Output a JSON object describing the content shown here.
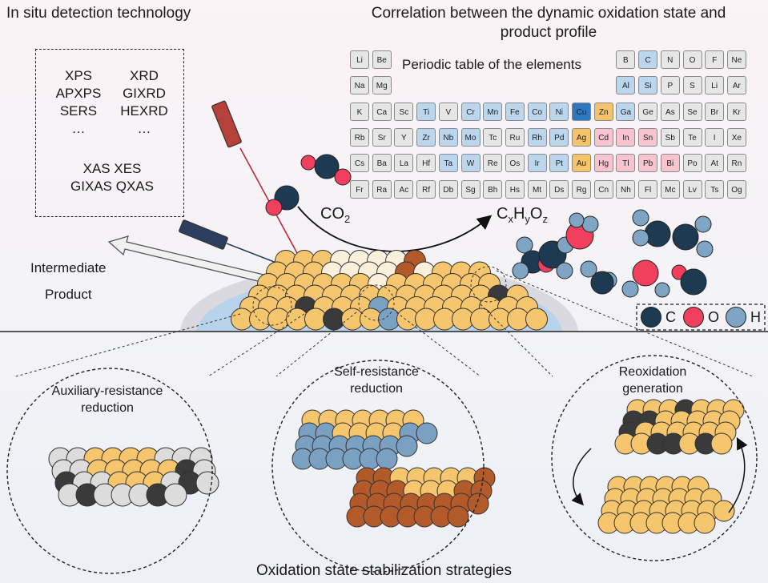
{
  "titles": {
    "in_situ": "In situ detection technology",
    "correlation_line1": "Correlation between the dynamic oxidation state and",
    "correlation_line2": "product profile",
    "periodic_table": "Periodic table of the elements",
    "bottom": "Oxidation state stabilization strategies"
  },
  "techniques": {
    "col1": [
      "XPS",
      "APXPS",
      "SERS",
      "…"
    ],
    "col2": [
      "XRD",
      "GIXRD",
      "HEXRD",
      "…"
    ],
    "row_xas1": "XAS XES",
    "row_xas2": "GIXAS QXAS"
  },
  "reaction": {
    "co2_base": "CO",
    "co2_sub": "2",
    "product": [
      {
        "t": "C",
        "s": "x"
      },
      {
        "t": "H",
        "s": "y"
      },
      {
        "t": "O",
        "s": "z"
      }
    ]
  },
  "labels": {
    "intermediate": "Intermediate",
    "product": "Product",
    "auxiliary1": "Auxiliary-resistance",
    "auxiliary2": "reduction",
    "self1": "Self-resistance",
    "self2": "reduction",
    "reox1": "Reoxidation",
    "reox2": "generation"
  },
  "legend": [
    {
      "label": "C",
      "color": "#1e3a52"
    },
    {
      "label": "O",
      "color": "#f0405e"
    },
    {
      "label": "H",
      "color": "#7fa4c4"
    }
  ],
  "colors": {
    "white": "#ffffff",
    "grey": "#e6e6e6",
    "blue": "#bcd6ee",
    "orange": "#f5c36a",
    "pink": "#f7c4d0",
    "cu": "#2e78c2",
    "gold": "#f5c66e",
    "brown": "#b35a2a",
    "dark": "#3a3a3a",
    "lightgrey": "#dcdcdc",
    "steel": "#7aa0c2"
  },
  "periodic_rows": [
    [
      [
        "Li",
        "grey"
      ],
      [
        "Be",
        "grey"
      ],
      null,
      null,
      null,
      null,
      null,
      null,
      null,
      null,
      null,
      null,
      [
        "B",
        "grey"
      ],
      [
        "C",
        "blue"
      ],
      [
        "N",
        "grey"
      ],
      [
        "O",
        "grey"
      ],
      [
        "F",
        "grey"
      ],
      [
        "Ne",
        "grey"
      ]
    ],
    [
      [
        "Na",
        "grey"
      ],
      [
        "Mg",
        "grey"
      ],
      null,
      null,
      null,
      null,
      null,
      null,
      null,
      null,
      null,
      null,
      [
        "Al",
        "blue"
      ],
      [
        "Si",
        "blue"
      ],
      [
        "P",
        "grey"
      ],
      [
        "S",
        "grey"
      ],
      [
        "Li",
        "grey"
      ],
      [
        "Ar",
        "grey"
      ]
    ],
    [
      [
        "K",
        "grey"
      ],
      [
        "Ca",
        "grey"
      ],
      [
        "Sc",
        "grey"
      ],
      [
        "Ti",
        "blue"
      ],
      [
        "V",
        "grey"
      ],
      [
        "Cr",
        "blue"
      ],
      [
        "Mn",
        "blue"
      ],
      [
        "Fe",
        "blue"
      ],
      [
        "Co",
        "blue"
      ],
      [
        "Ni",
        "blue"
      ],
      [
        "Cu",
        "cu"
      ],
      [
        "Zn",
        "orange"
      ],
      [
        "Ga",
        "blue"
      ],
      [
        "Ge",
        "grey"
      ],
      [
        "As",
        "grey"
      ],
      [
        "Se",
        "grey"
      ],
      [
        "Br",
        "grey"
      ],
      [
        "Kr",
        "grey"
      ]
    ],
    [
      [
        "Rb",
        "grey"
      ],
      [
        "Sr",
        "grey"
      ],
      [
        "Y",
        "grey"
      ],
      [
        "Zr",
        "blue"
      ],
      [
        "Nb",
        "blue"
      ],
      [
        "Mo",
        "blue"
      ],
      [
        "Tc",
        "grey"
      ],
      [
        "Ru",
        "grey"
      ],
      [
        "Rh",
        "blue"
      ],
      [
        "Pd",
        "blue"
      ],
      [
        "Ag",
        "orange"
      ],
      [
        "Cd",
        "pink"
      ],
      [
        "In",
        "pink"
      ],
      [
        "Sn",
        "pink"
      ],
      [
        "Sb",
        "grey"
      ],
      [
        "Te",
        "grey"
      ],
      [
        "I",
        "grey"
      ],
      [
        "Xe",
        "grey"
      ]
    ],
    [
      [
        "Cs",
        "grey"
      ],
      [
        "Ba",
        "grey"
      ],
      [
        "La",
        "grey"
      ],
      [
        "Hf",
        "grey"
      ],
      [
        "Ta",
        "blue"
      ],
      [
        "W",
        "blue"
      ],
      [
        "Re",
        "grey"
      ],
      [
        "Os",
        "grey"
      ],
      [
        "Ir",
        "blue"
      ],
      [
        "Pt",
        "blue"
      ],
      [
        "Au",
        "orange"
      ],
      [
        "Hg",
        "pink"
      ],
      [
        "Tl",
        "pink"
      ],
      [
        "Pb",
        "pink"
      ],
      [
        "Bi",
        "pink"
      ],
      [
        "Po",
        "grey"
      ],
      [
        "At",
        "grey"
      ],
      [
        "Rn",
        "grey"
      ]
    ],
    [
      [
        "Fr",
        "grey"
      ],
      [
        "Ra",
        "grey"
      ],
      [
        "Ac",
        "grey"
      ],
      [
        "Rf",
        "grey"
      ],
      [
        "Db",
        "grey"
      ],
      [
        "Sg",
        "grey"
      ],
      [
        "Bh",
        "grey"
      ],
      [
        "Hs",
        "grey"
      ],
      [
        "Mt",
        "grey"
      ],
      [
        "Ds",
        "grey"
      ],
      [
        "Rg",
        "grey"
      ],
      [
        "Cn",
        "grey"
      ],
      [
        "Nh",
        "grey"
      ],
      [
        "Fl",
        "grey"
      ],
      [
        "Mc",
        "grey"
      ],
      [
        "Lv",
        "grey"
      ],
      [
        "Ts",
        "grey"
      ],
      [
        "Og",
        "grey"
      ]
    ]
  ],
  "cluster_main": [
    "ooowwwwb",
    "ooowwwwbwooo",
    "oooooowoooooo",
    "ooooooooooooodo",
    "ooodooosoooooooo",
    "ooooodoosoooooooo"
  ],
  "cluster_aux": [
    "wwoooowww",
    "wwooooodw",
    "dwwooowdw",
    "wdwwwdw"
  ],
  "cluster_self_blue": [
    "ooooooo",
    "ssooooss",
    "sssssss",
    "ssssss"
  ],
  "cluster_self_brown": [
    "bbooooob",
    "bbbooobb",
    "bbbbbbbb",
    "bbbbbbb"
  ],
  "cluster_reox_top": [
    "ooodooo",
    "ddooooo",
    "doooooo",
    "ooddodo"
  ],
  "cluster_reox_bottom": [
    "oooooo",
    "ooooooo",
    "oooooooo",
    "ooooooo"
  ]
}
